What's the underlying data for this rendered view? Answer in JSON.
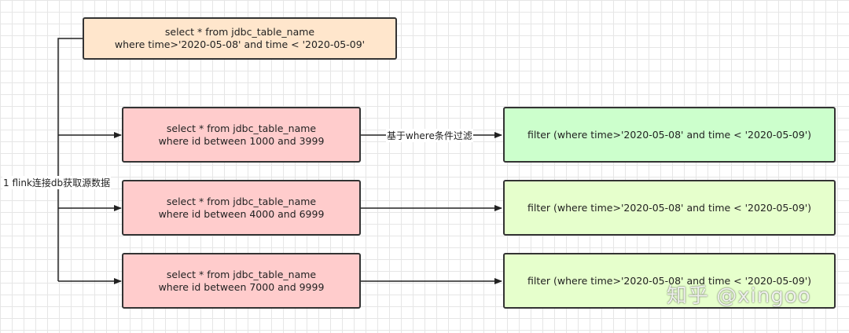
{
  "nodes": {
    "source_query": {
      "line1": "select * from jdbc_table_name",
      "line2": "where time>'2020-05-08' and time < '2020-05-09'"
    },
    "split_1": {
      "line1": "select * from jdbc_table_name",
      "line2": "where id between 1000 and 3999"
    },
    "split_2": {
      "line1": "select * from jdbc_table_name",
      "line2": "where id between 4000 and 6999"
    },
    "split_3": {
      "line1": "select * from jdbc_table_name",
      "line2": "where id between 7000 and 9999"
    },
    "filter_1": {
      "text": "filter (where time>'2020-05-08' and time < '2020-05-09')"
    },
    "filter_2": {
      "text": "filter (where time>'2020-05-08' and time < '2020-05-09')"
    },
    "filter_3": {
      "text": "filter (where time>'2020-05-08' and time < '2020-05-09')"
    }
  },
  "labels": {
    "connect": "1 flink连接db获取源数据",
    "filter_edge": "基于where条件过滤"
  },
  "watermark": "知乎 @xingoo",
  "colors": {
    "source_fill": "#ffe6cc",
    "split_fill": "#ffcccc",
    "filter_fill_first": "#ccffcc",
    "filter_fill": "#e6ffcc",
    "stroke": "#333333"
  }
}
